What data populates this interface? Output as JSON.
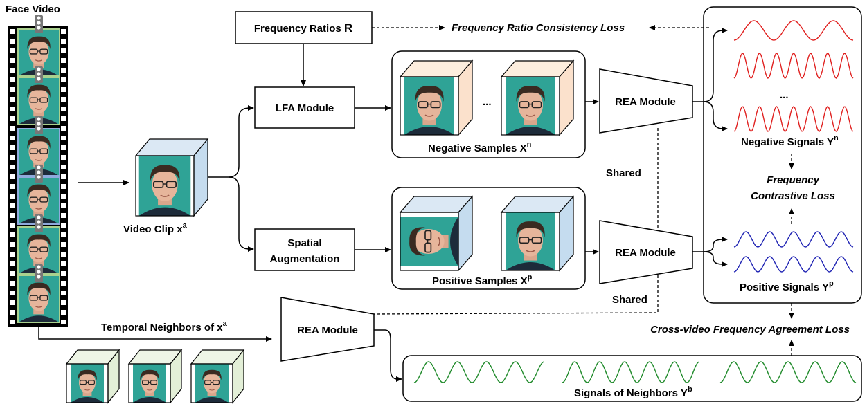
{
  "title": "Face Video",
  "boxes": {
    "freq_ratios": "Frequency Ratios",
    "freq_ratios_sym": "R",
    "lfa": "LFA Module",
    "spatial_1": "Spatial",
    "spatial_2": "Augmentation",
    "rea_top": "REA Module",
    "rea_mid": "REA Module",
    "rea_bottom": "REA Module"
  },
  "labels": {
    "video_clip": "Video Clip",
    "video_clip_sym": "x",
    "video_clip_sup": "a",
    "negative_samples": "Negative Samples",
    "negative_samples_sym": "X",
    "negative_samples_sup": "n",
    "positive_samples": "Positive Samples",
    "positive_samples_sym": "X",
    "positive_samples_sup": "p",
    "negative_signals": "Negative Signals",
    "negative_signals_sym": "Y",
    "negative_signals_sup": "n",
    "positive_signals": "Positive Signals",
    "positive_signals_sym": "Y",
    "positive_signals_sup": "p",
    "temporal_neighbors": "Temporal Neighbors of",
    "temporal_neighbors_sym": "x",
    "temporal_neighbors_sup": "a",
    "signals_of_neighbors": "Signals of Neighbors",
    "signals_of_neighbors_sym": "Y",
    "signals_of_neighbors_sup": "b",
    "shared_1": "Shared",
    "shared_2": "Shared",
    "ellipsis_samples": "...",
    "ellipsis_signals": "..."
  },
  "losses": {
    "freq_ratio_consistency": "Frequency Ratio Consistency Loss",
    "freq_contrastive_1": "Frequency",
    "freq_contrastive_2": "Contrastive Loss",
    "cross_video": "Cross-video Frequency Agreement Loss"
  },
  "colors": {
    "negative_signal": "#e0201f",
    "positive_signal": "#1f23b3",
    "neighbor_signal": "#1f8a2a",
    "face_bg": "#2fa396",
    "cube_orange": "#fbe1cc",
    "cube_blue": "#c5dcef",
    "cube_green": "#e3efd7"
  }
}
